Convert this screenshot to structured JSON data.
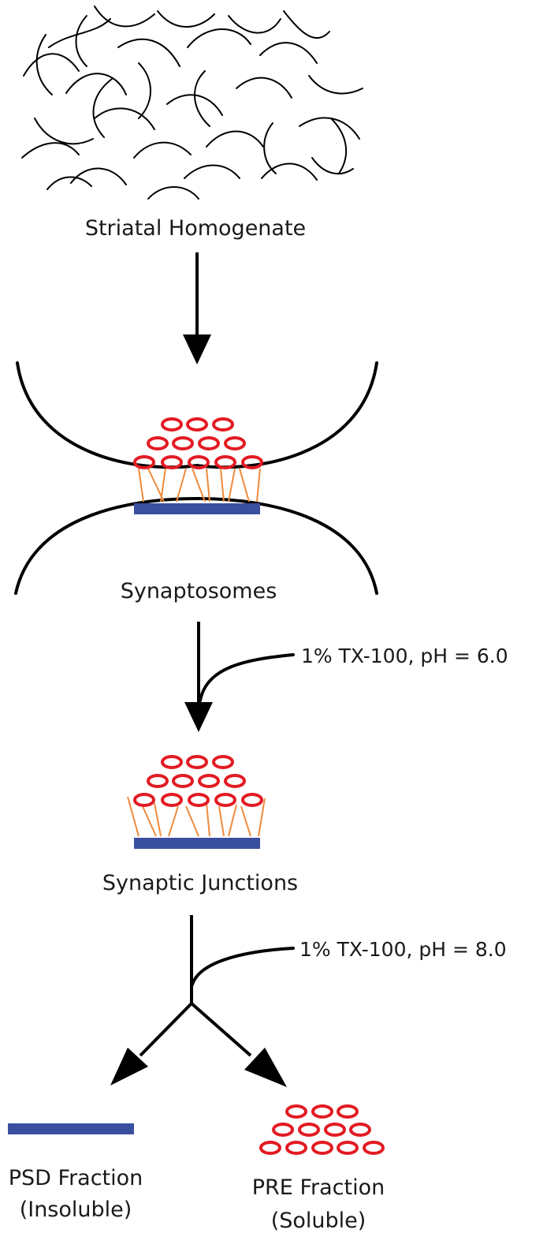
{
  "labels": {
    "homogenate": "Striatal Homogenate",
    "synaptosomes": "Synaptosomes",
    "treatment1": "1% TX-100, pH = 6.0",
    "junctions": "Synaptic Junctions",
    "treatment2": "1% TX-100, pH = 8.0",
    "psd_line1": "PSD Fraction",
    "psd_line2": "(Insoluble)",
    "pre_line1": "PRE Fraction",
    "pre_line2": "(Soluble)"
  },
  "colors": {
    "vesicle": "#e21b23",
    "psd_bar": "#3a4fa0",
    "filament": "#f08a3c",
    "line": "#000000"
  }
}
